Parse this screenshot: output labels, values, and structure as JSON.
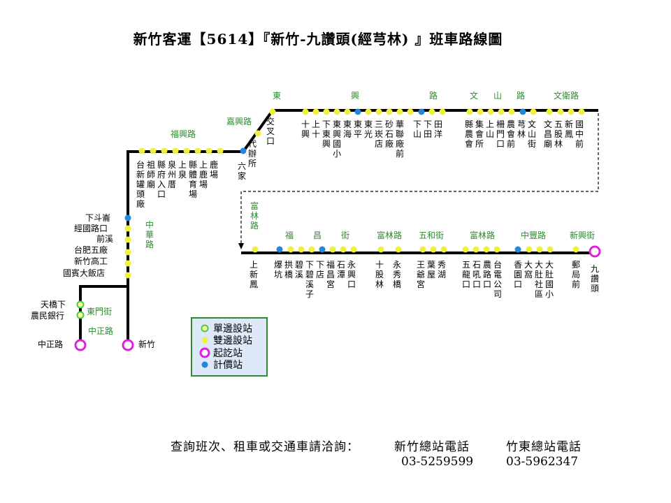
{
  "title": "新竹客運【5614】『新竹-九讚頭(經芎林) 』班車路線圖",
  "colors": {
    "route_line": "#000000",
    "single_side_stop": "#44cc44",
    "double_side_stop": "#f0f040",
    "terminal": "#dd22dd",
    "fare_stop": "#2288dd",
    "road_label": "#2e8b2e",
    "legend_bg": "#dde8f8",
    "legend_border": "#2e8b2e"
  },
  "road_labels": [
    "東",
    "興",
    "路",
    "文",
    "山",
    "路",
    "文衛路",
    "嘉興路",
    "福興路",
    "中華路",
    "東門街",
    "中正路",
    "富林路",
    "福",
    "昌",
    "街",
    "富林路",
    "五和街",
    "富林路",
    "中豐路",
    "新興街"
  ],
  "stop_labels": [
    "新竹",
    "中正路",
    "天橋下",
    "農民銀行",
    "國賓大飯店",
    "新竹高工",
    "台肥五廠",
    "前溪",
    "經國路口",
    "下斗崙",
    "台新罐頭廠",
    "祖師廟",
    "縣府入口",
    "泉州厝",
    "上泉",
    "縣體育場",
    "鹿場",
    "上鹿場",
    "六家",
    "代辦所",
    "交叉口",
    "十興",
    "上十",
    "下東興",
    "東興國小",
    "東海",
    "東平",
    "東光",
    "三崁店",
    "砂石廠",
    "華聯廠前",
    "下山",
    "下田",
    "田洋",
    "縣農會",
    "集會所",
    "上山",
    "柵門口",
    "農會前",
    "芎林",
    "文山街",
    "文昌廟",
    "五股林",
    "新鳳",
    "國中前",
    "上新鳳",
    "爆坑",
    "拱橋",
    "碧溪",
    "下碧溪子",
    "下店",
    "福昌宮",
    "石潭",
    "永興口",
    "十股林",
    "永秀橋",
    "王爺宮",
    "葉屋",
    "秀湖",
    "五龍口",
    "石吼口",
    "農路口",
    "台電公司",
    "香園口",
    "大窩",
    "大肚社區",
    "大肚國小",
    "郵局前",
    "九讚頭"
  ],
  "legend": {
    "single": "單邊設站",
    "double": "雙邊設站",
    "terminal": "起訖站",
    "fare": "計價站"
  },
  "footer": {
    "label": "查詢班次、租車或交通車請洽詢：",
    "hsinchu_station": "新竹總站電話",
    "hsinchu_phone": "03-5259599",
    "zhudong_station": "竹東總站電話",
    "zhudong_phone": "03-5962347"
  }
}
